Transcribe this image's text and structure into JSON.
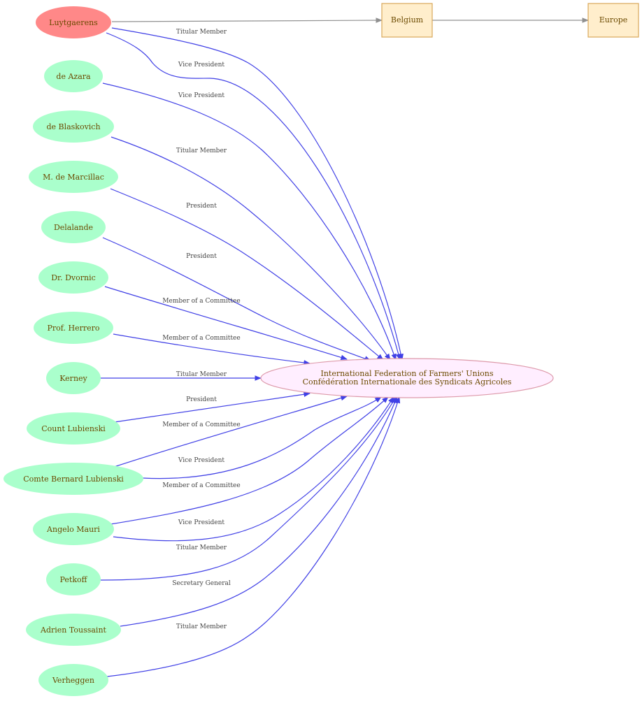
{
  "colors": {
    "person_fill": "#aaffcc",
    "highlight_fill": "#ff8888",
    "place_fill": "#ffeecc",
    "place_stroke": "#d9a85a",
    "org_fill": "#ffeeff",
    "org_stroke": "#dd99aa",
    "edge": "#4040e6",
    "edge_grey": "#909090"
  },
  "org": {
    "line1": "International Federation of Farmers' Unions",
    "line2": "Confédération Internationale des Syndicats Agricoles"
  },
  "places": [
    {
      "id": "belgium",
      "label": "Belgium"
    },
    {
      "id": "europe",
      "label": "Europe"
    }
  ],
  "persons": [
    {
      "id": "luytgaerens",
      "label": "Luytgaerens",
      "highlight": true
    },
    {
      "id": "de-azara",
      "label": "de Azara"
    },
    {
      "id": "de-blaskovich",
      "label": "de Blaskovich"
    },
    {
      "id": "m-de-marcillac",
      "label": "M. de Marcillac"
    },
    {
      "id": "delalande",
      "label": "Delalande"
    },
    {
      "id": "dr-dvornic",
      "label": "Dr. Dvornic"
    },
    {
      "id": "prof-herrero",
      "label": "Prof. Herrero"
    },
    {
      "id": "kerney",
      "label": "Kerney"
    },
    {
      "id": "count-lubienski",
      "label": "Count Lubienski"
    },
    {
      "id": "comte-bernard-lubienski",
      "label": "Comte Bernard Lubienski"
    },
    {
      "id": "angelo-mauri",
      "label": "Angelo Mauri"
    },
    {
      "id": "petkoff",
      "label": "Petkoff"
    },
    {
      "id": "adrien-toussaint",
      "label": "Adrien Toussaint"
    },
    {
      "id": "verheggen",
      "label": "Verheggen"
    }
  ],
  "edges": [
    {
      "from": "luytgaerens",
      "label": "Titular Member"
    },
    {
      "from": "luytgaerens",
      "label": "Vice President"
    },
    {
      "from": "de-azara",
      "label": "Vice President"
    },
    {
      "from": "de-blaskovich",
      "label": "Titular Member"
    },
    {
      "from": "m-de-marcillac",
      "label": "President"
    },
    {
      "from": "delalande",
      "label": "President"
    },
    {
      "from": "dr-dvornic",
      "label": "Member of a Committee"
    },
    {
      "from": "prof-herrero",
      "label": "Member of a Committee"
    },
    {
      "from": "kerney",
      "label": "Titular Member"
    },
    {
      "from": "count-lubienski",
      "label": "President"
    },
    {
      "from": "comte-bernard-lubienski",
      "label": "Member of a Committee"
    },
    {
      "from": "comte-bernard-lubienski",
      "label": "Vice President"
    },
    {
      "from": "angelo-mauri",
      "label": "Member of a Committee"
    },
    {
      "from": "angelo-mauri",
      "label": "Vice President"
    },
    {
      "from": "petkoff",
      "label": "Titular Member"
    },
    {
      "from": "adrien-toussaint",
      "label": "Secretary General"
    },
    {
      "from": "verheggen",
      "label": "Titular Member"
    }
  ]
}
